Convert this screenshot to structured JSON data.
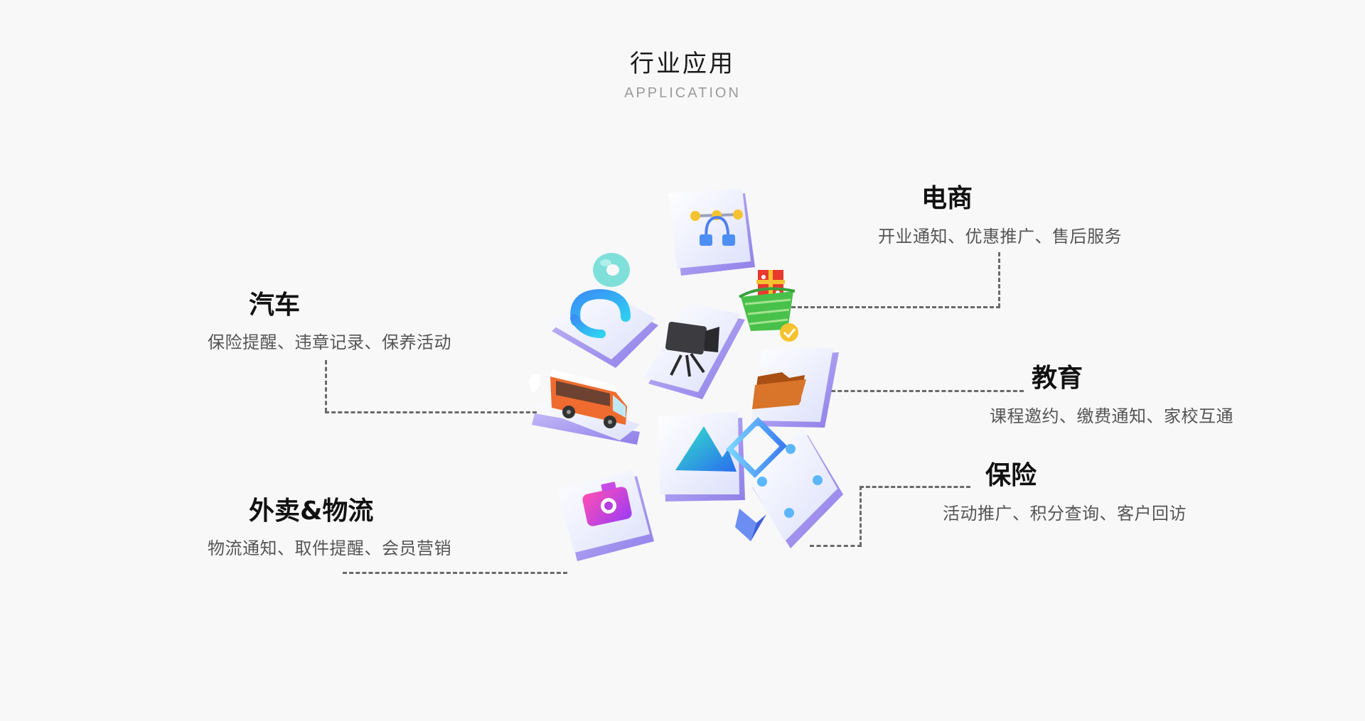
{
  "header": {
    "title": "行业应用",
    "subtitle": "APPLICATION"
  },
  "categories": {
    "car": {
      "title": "汽车",
      "desc": "保险提醒、违章记录、保养活动"
    },
    "delivery": {
      "title": "外卖&物流",
      "desc": "物流通知、取件提醒、会员营销"
    },
    "ecommerce": {
      "title": "电商",
      "desc": "开业通知、优惠推广、售后服务"
    },
    "education": {
      "title": "教育",
      "desc": "课程邀约、缴费通知、家校互通"
    },
    "insurance": {
      "title": "保险",
      "desc": "活动推广、积分查询、客户回访"
    }
  },
  "colors": {
    "background": "#f8f8f9",
    "tile_face": "#eef0fc",
    "tile_side": "#a99bf0",
    "dash_line": "#6a6a6a"
  },
  "icons": [
    "design-nodes-icon",
    "gift-basket-icon",
    "donut-icon",
    "headset-icon",
    "video-camera-icon",
    "folder-icon",
    "bus-icon",
    "mountain-image-icon",
    "camera-icon",
    "transform-frame-icon"
  ]
}
